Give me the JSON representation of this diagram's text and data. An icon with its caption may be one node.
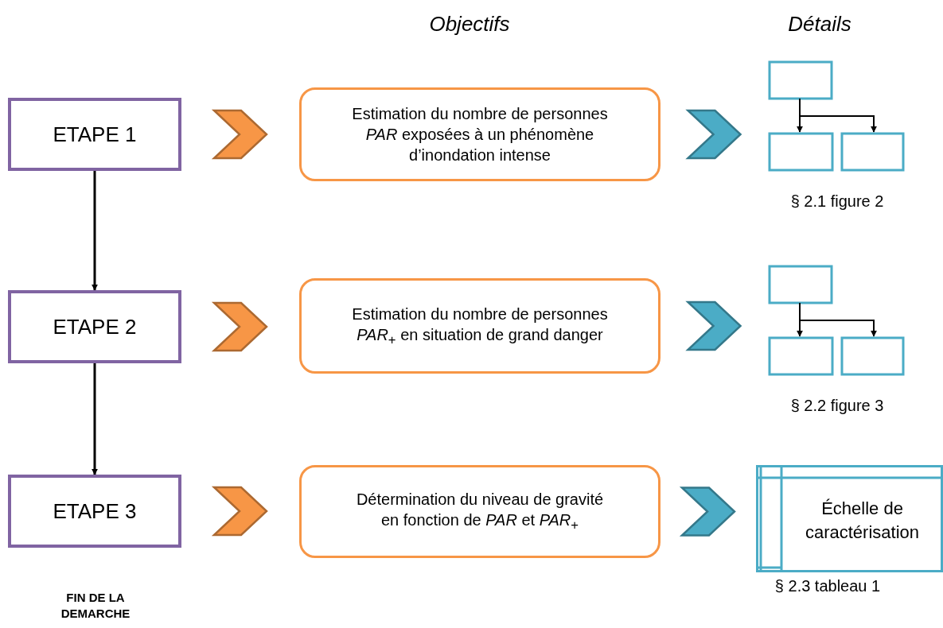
{
  "diagram": {
    "nodes": [
      {
        "text": [
          "ETAPE 1"
        ]
      },
      {
        "text": [
          "Estimation du nombre de personnes *PAR* exposées à un phénomène d’inondation intense"
        ]
      },
      {
        "text": [],
        "shape": "picture",
        "beside": [
          "§ 2.1 figure 2"
        ]
      },
      {
        "text": [
          "ETAPE 2"
        ]
      },
      {
        "text": [
          "Estimation du nombre de personnes *PAR*$_{+}$ en situation de grand danger"
        ]
      },
      {
        "text": [],
        "shape": "picture",
        "beside": [
          "§ 2.2 figure 3"
        ]
      },
      {
        "text": [
          "ETAPE 3"
        ]
      },
      {
        "text": [
          "Détermination du niveau de gravité en fonction de *PAR* et *PAR*$_{+}$"
        ]
      },
      {
        "text": [
          "Échelle de caractérisation"
        ],
        "beside": [
          "§ 2.3 tableau 1"
        ]
      }
    ],
    "edges": [
      {
        "from": 0,
        "to": 3,
        "arrow": "to"
      },
      {
        "from": 3,
        "to": 6,
        "arrow": "to"
      },
      {
        "from": 0,
        "to": 1,
        "arrow": "to",
        "style": "thick",
        "color": "#f79646"
      },
      {
        "from": 1,
        "to": 2,
        "arrow": "to",
        "style": "thick",
        "color": "#4bacc6"
      },
      {
        "from": 3,
        "to": 4,
        "arrow": "to",
        "style": "thick",
        "color": "#f79646"
      },
      {
        "from": 4,
        "to": 5,
        "arrow": "to",
        "style": "thick",
        "color": "#4bacc6"
      },
      {
        "from": 6,
        "to": 7,
        "arrow": "to",
        "style": "thick",
        "color": "#f79646"
      },
      {
        "from": 7,
        "to": 8,
        "arrow": "to",
        "style": "thick",
        "color": "#4bacc6"
      }
    ],
    "labels": [
      "Objectifs",
      "Détails",
      "FIN DE LA DEMARCHE"
    ]
  }
}
